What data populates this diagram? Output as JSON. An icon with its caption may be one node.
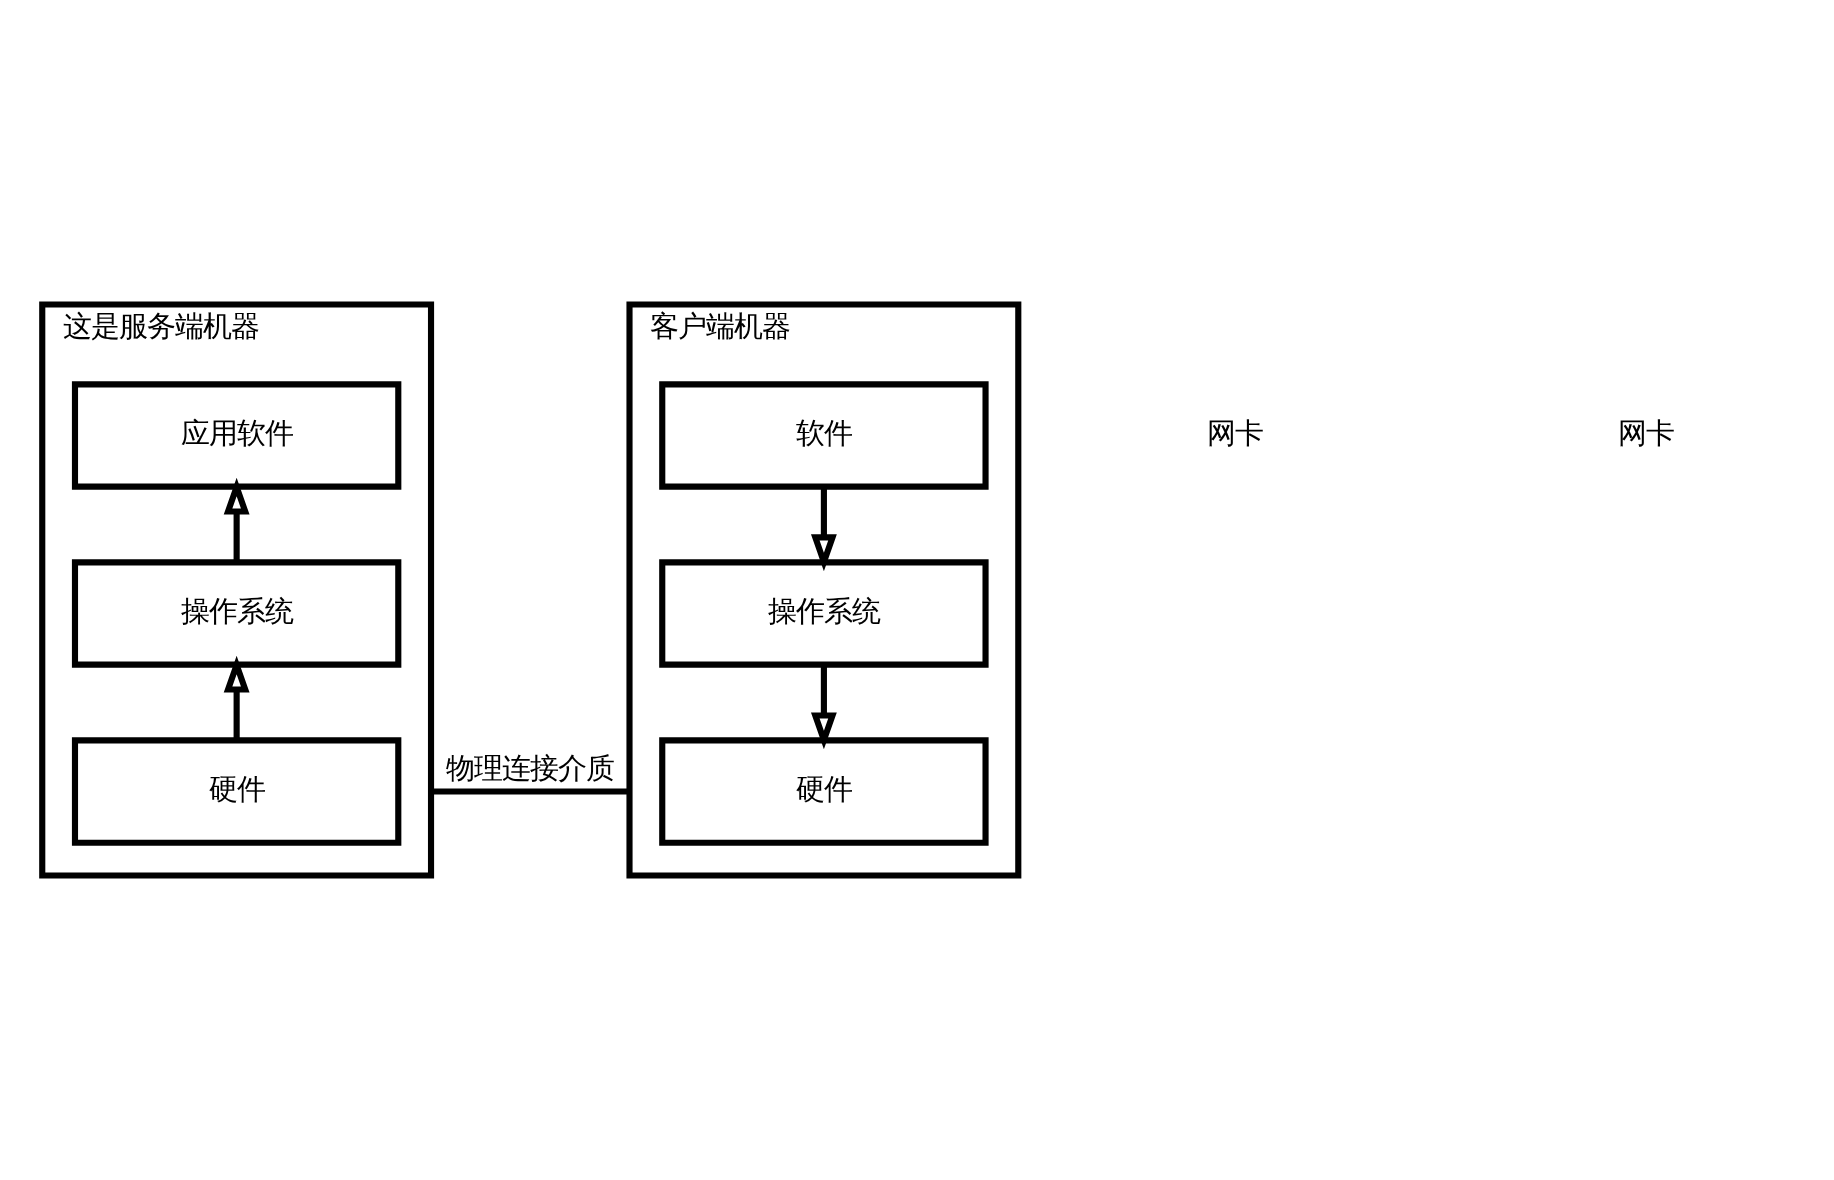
{
  "diagram": {
    "nodes": [
      {
        "text": [
          "这是服务端机器"
        ]
      },
      {
        "text": [
          "应用软件"
        ],
        "in": 0
      },
      {
        "text": [
          "操作系统"
        ],
        "in": 0
      },
      {
        "text": [
          "硬件"
        ],
        "in": 0
      },
      {
        "text": [
          "客户端机器"
        ]
      },
      {
        "text": [
          "软件"
        ],
        "in": 4
      },
      {
        "text": [
          "操作系统"
        ],
        "in": 4
      },
      {
        "text": [
          "硬件"
        ],
        "in": 4
      }
    ],
    "edges": [
      {
        "from": 3,
        "to": 2,
        "arrow": "to"
      },
      {
        "from": 2,
        "to": 1,
        "arrow": "to"
      },
      {
        "from": 5,
        "to": 6,
        "arrow": "to"
      },
      {
        "from": 6,
        "to": 7,
        "arrow": "to"
      },
      {
        "from": 0,
        "to": 4,
        "arrow": "none",
        "label": "物理连接介质"
      }
    ],
    "labels": [
      "网卡",
      "网卡"
    ]
  }
}
